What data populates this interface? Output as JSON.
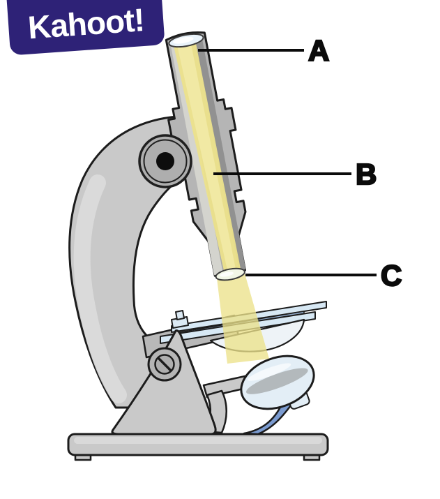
{
  "brand": {
    "logo_text": "Kahoot!",
    "badge_color": "#2e2277",
    "logo_text_color": "#ffffff"
  },
  "diagram": {
    "subject": "microscope-cross-section",
    "labels": [
      {
        "id": "A",
        "text": "A"
      },
      {
        "id": "B",
        "text": "B"
      },
      {
        "id": "C",
        "text": "C"
      }
    ],
    "colors": {
      "beam": "#ece28b",
      "beam_core": "#f4ecae",
      "metal": "#c9c9c9",
      "metal_dark": "#b5b5b5",
      "outline": "#1c1c1c",
      "glass": "#d7e8f4",
      "glass_dark": "#8fa9c9",
      "lens_glow": "#e9f3fa",
      "mirror_support": "#7b9bd0",
      "background": "#ffffff"
    }
  }
}
